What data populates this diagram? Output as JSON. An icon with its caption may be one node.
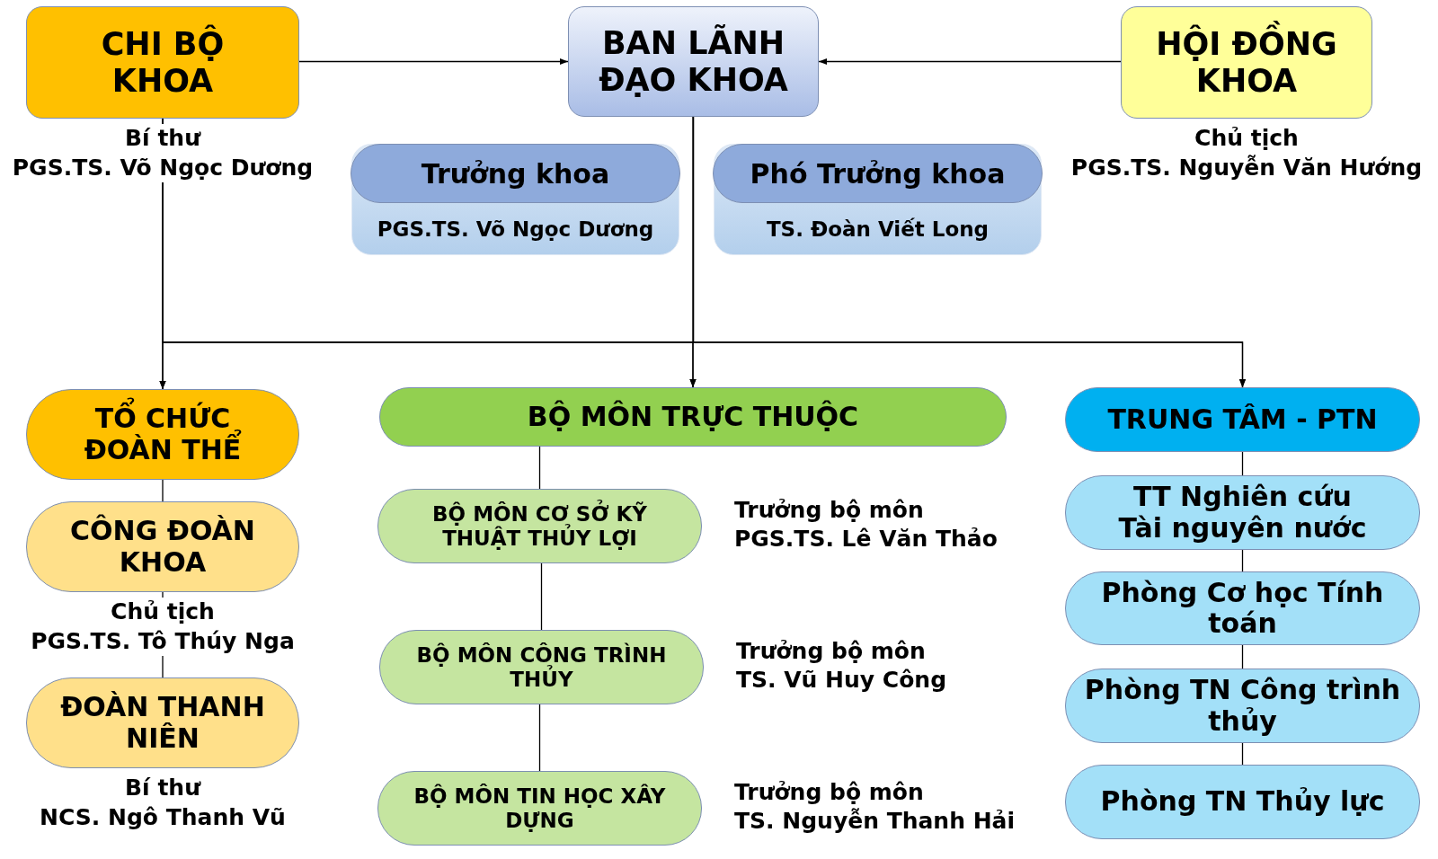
{
  "diagram": {
    "nodes": [
      {
        "text": [
          "CHI BỘ KHOA"
        ],
        "beside": [
          "Bí thư",
          "PGS.TS. Võ Ngọc Dương"
        ]
      },
      {
        "text": [
          "BAN LÃNH ĐẠO KHOA"
        ]
      },
      {
        "text": [
          "HỘI ĐỒNG KHOA"
        ],
        "beside": [
          "Chủ tịch",
          "PGS.TS. Nguyễn Văn Hướng"
        ]
      },
      {
        "text": [
          "Trưởng khoa",
          "PGS.TS. Võ Ngọc Dương"
        ]
      },
      {
        "text": [
          "Phó Trưởng khoa",
          "TS. Đoàn Viết Long"
        ]
      },
      {
        "text": [
          "TỔ CHỨC ĐOÀN THỂ"
        ]
      },
      {
        "text": [
          "CÔNG ĐOÀN KHOA"
        ],
        "beside": [
          "Chủ tịch",
          "PGS.TS. Tô Thúy Nga"
        ]
      },
      {
        "text": [
          "ĐOÀN THANH NIÊN"
        ],
        "beside": [
          "Bí thư",
          "NCS. Ngô Thanh Vũ"
        ]
      },
      {
        "text": [
          "BỘ MÔN TRỰC THUỘC"
        ]
      },
      {
        "text": [
          "BỘ MÔN CƠ SỞ KỸ THUẬT THỦY LỢI"
        ],
        "beside": [
          "Trưởng bộ môn",
          "PGS.TS. Lê Văn Thảo"
        ]
      },
      {
        "text": [
          "BỘ MÔN CÔNG TRÌNH THỦY"
        ],
        "beside": [
          "Trưởng bộ môn",
          "TS. Vũ Huy Công"
        ]
      },
      {
        "text": [
          "BỘ MÔN TIN HỌC XÂY DỰNG"
        ],
        "beside": [
          "Trưởng bộ môn",
          "TS. Nguyễn Thanh Hải"
        ]
      },
      {
        "text": [
          "TRUNG TÂM - PTN"
        ]
      },
      {
        "text": [
          "TT Nghiên cứu Tài nguyên nước"
        ]
      },
      {
        "text": [
          "Phòng Cơ học Tính toán"
        ]
      },
      {
        "text": [
          "Phòng TN Công trình thủy"
        ]
      },
      {
        "text": [
          "Phòng TN Thủy lực"
        ]
      }
    ],
    "edges": [
      {
        "from": 0,
        "to": 1,
        "arrow": "to"
      },
      {
        "from": 2,
        "to": 1,
        "arrow": "to"
      },
      {
        "from": 0,
        "to": 5,
        "arrow": "to"
      },
      {
        "from": 0,
        "to": 8,
        "arrow": "to"
      },
      {
        "from": 0,
        "to": 12,
        "arrow": "to"
      },
      {
        "from": 1,
        "to": 5,
        "arrow": "to"
      },
      {
        "from": 1,
        "to": 8,
        "arrow": "to"
      },
      {
        "from": 1,
        "to": 12,
        "arrow": "to"
      },
      {
        "from": 5,
        "to": 6,
        "arrow": "none"
      },
      {
        "from": 6,
        "to": 7,
        "arrow": "none"
      },
      {
        "from": 8,
        "to": 9,
        "arrow": "none"
      },
      {
        "from": 9,
        "to": 10,
        "arrow": "none"
      },
      {
        "from": 10,
        "to": 11,
        "arrow": "none"
      },
      {
        "from": 12,
        "to": 13,
        "arrow": "none"
      },
      {
        "from": 13,
        "to": 14,
        "arrow": "none"
      },
      {
        "from": 14,
        "to": 15,
        "arrow": "none"
      },
      {
        "from": 15,
        "to": 16,
        "arrow": "none"
      }
    ]
  }
}
